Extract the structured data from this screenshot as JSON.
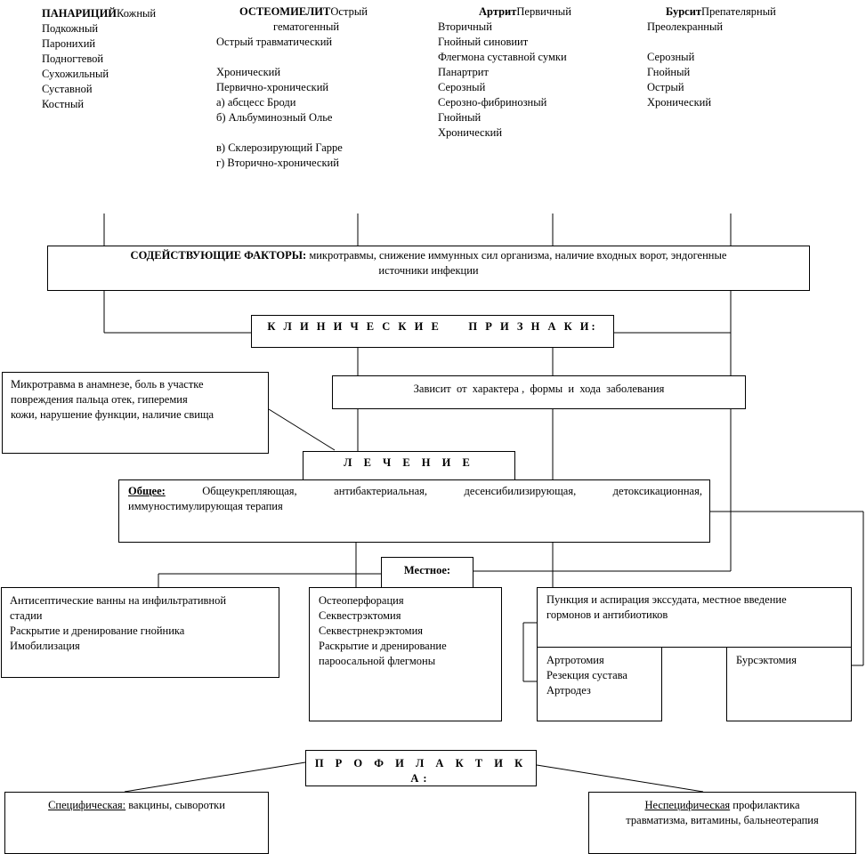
{
  "columns": {
    "panaritium": {
      "title": "ПАНАРИЦИЙ",
      "first": "Кожный",
      "items": [
        "Подкожный",
        "Паронихий",
        "Подногтевой",
        "Сухожильный",
        "Суставной",
        "Костный"
      ]
    },
    "osteomyelitis": {
      "title": "ОСТЕОМИЕЛИТ",
      "first": "Острый",
      "first_cont": "гематогенный",
      "items": [
        "Острый травматический",
        "",
        "Хронический",
        "Первично-хронический",
        "а) абсцесс Броди",
        "б) Альбуминозный Олье",
        "",
        "в) Склерозирующий Гарре",
        "г) Вторично-хронический"
      ]
    },
    "arthritis": {
      "title": "Артрит",
      "first": "Первичный",
      "items": [
        "Вторичный",
        "Гнойный синовиит",
        "Флегмона суставной сумки",
        "Панартрит",
        "Серозный",
        "Серозно-фибринозный",
        "Гнойный",
        "Хронический"
      ]
    },
    "bursitis": {
      "title": "Бурсит",
      "first": "Препателярный",
      "items": [
        "Преолекранный",
        "",
        "Серозный",
        "Гнойный",
        "Острый",
        "Хронический"
      ]
    }
  },
  "factors": {
    "label": "СОДЕЙСТВУЮЩИЕ ФАКТОРЫ:",
    "line1": " микротравмы, снижение иммунных сил организма, наличие входных ворот, эндогенные",
    "line2": "источники инфекции"
  },
  "clinical": {
    "title": "К Л И Н И Ч Е С К И Е     П Р И З Н А К И:"
  },
  "panaritium_signs": {
    "line1": "Микротравма в анамнезе, боль в участке",
    "line2": "повреждения пальца отек, гиперемия",
    "line3": "кожи, нарушение функции, наличие свища"
  },
  "depends": {
    "text": "Зависит  от  характера ,  формы  и  хода  заболевания"
  },
  "treatment": {
    "title": "Л Е Ч Е Н И Е",
    "general_label": "Общее:",
    "general_words": [
      "Общеукрепляющая,",
      "антибактериальная,",
      "десенсибилизирующая,",
      "детоксикационная,"
    ],
    "general_line2": "иммуностимулирующая терапия",
    "local_label": "Местное:"
  },
  "local": {
    "panaritium": [
      "Антисептические ванны на инфильтративной",
      "стадии",
      "Раскрытие и дренирование  гнойника",
      "Имобилизация"
    ],
    "osteomyelitis": [
      "Остеоперфорация",
      "Секвестрэктомия",
      "Секвестрнекрэктомия",
      "Раскрытие и дренирование",
      "пароосальной флегмоны"
    ],
    "puncture": [
      "Пункция и аспирация экссудата, местное введение",
      "гормонов и антибиотиков"
    ],
    "arthritis": [
      "Артротомия",
      "Резекция сустава",
      "Артродез"
    ],
    "bursitis": [
      "Бурсэктомия"
    ]
  },
  "prophylaxis": {
    "title": "П Р О Ф И Л А К Т И К А:",
    "specific_label": "Специфическая:",
    "specific_text": " вакцины, сыворотки",
    "nonspecific_label": "Неспецифическая",
    "nonspecific_text1": " профилактика",
    "nonspecific_text2": "травматизма, витамины, бальнеотерапия"
  }
}
